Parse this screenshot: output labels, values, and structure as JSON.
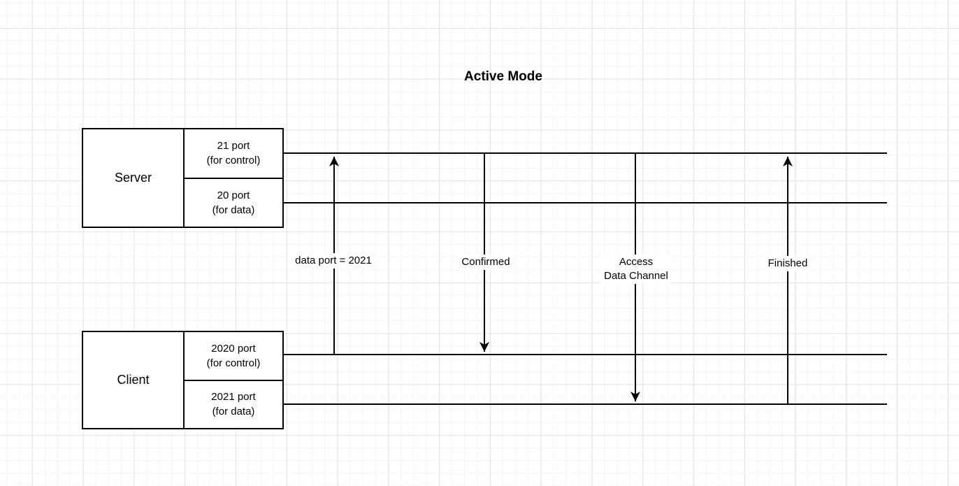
{
  "title": "Active Mode",
  "nodes": {
    "server": {
      "label": "Server",
      "control_port": {
        "line1": "21 port",
        "line2": "(for control)"
      },
      "data_port": {
        "line1": "20 port",
        "line2": "(for data)"
      }
    },
    "client": {
      "label": "Client",
      "control_port": {
        "line1": "2020 port",
        "line2": "(for control)"
      },
      "data_port": {
        "line1": "2021 port",
        "line2": "(for data)"
      }
    }
  },
  "messages": {
    "data_port_announce": {
      "label": "data port = 2021",
      "direction": "up"
    },
    "confirmed": {
      "label": "Confirmed",
      "direction": "down"
    },
    "access_data_channel": {
      "line1": "Access",
      "line2": "Data Channel",
      "direction": "down"
    },
    "finished": {
      "label": "Finished",
      "direction": "up"
    }
  },
  "colors": {
    "stroke": "#000000",
    "canvas": "#ffffff",
    "grid_minor": "#f5f3f4",
    "grid_major": "#e3e3e3"
  }
}
